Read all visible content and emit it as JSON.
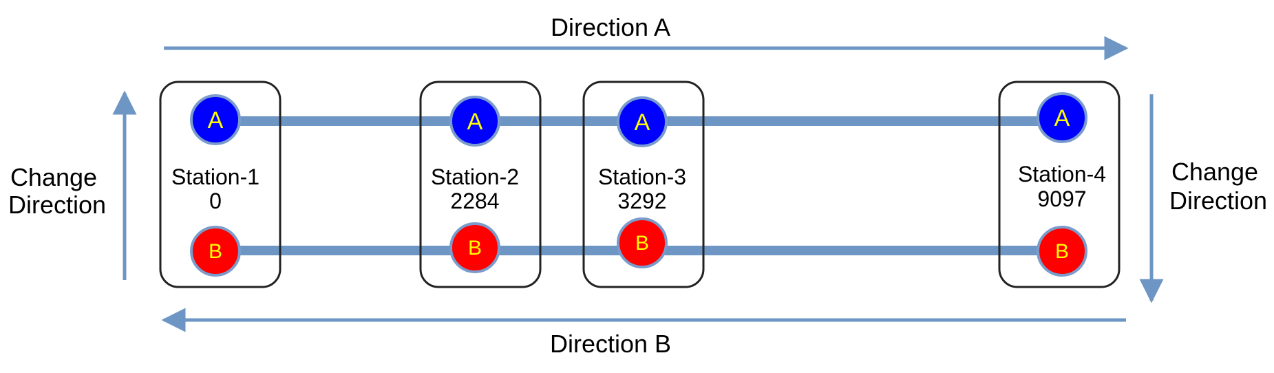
{
  "labels": {
    "direction_a": "Direction A",
    "direction_b": "Direction B",
    "change_direction_left": [
      "Change",
      "Direction"
    ],
    "change_direction_right": [
      "Change",
      "Direction"
    ]
  },
  "node_labels": {
    "a": "A",
    "b": "B"
  },
  "stations": [
    {
      "name": "Station-1",
      "value": "0"
    },
    {
      "name": "Station-2",
      "value": "2284"
    },
    {
      "name": "Station-3",
      "value": "3292"
    },
    {
      "name": "Station-4",
      "value": "9097"
    }
  ],
  "colors": {
    "arrow": "#6d96c4",
    "track": "#6d96c4",
    "node_a_fill": "#0000ff",
    "node_b_fill": "#ff0000",
    "node_text": "#ffff00",
    "node_stroke": "#7a9ccc",
    "box_stroke": "#222222"
  }
}
